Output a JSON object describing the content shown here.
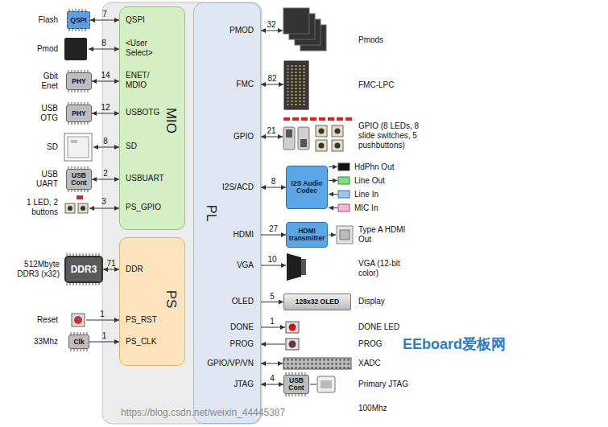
{
  "diagram": {
    "nodes": [
      {
        "text": [
          "QSPI",
          "<User Select>",
          "ENET/ MDIO",
          "USBOTG",
          "SD",
          "USBUART",
          "PS_GPIO",
          "MIO"
        ]
      },
      {
        "text": [
          "DDR",
          "PS_RST",
          "PS_CLK",
          "PS"
        ]
      },
      {
        "text": [
          "PMOD",
          "FMC",
          "GPIO",
          "I2S/ACD",
          "HDMI",
          "VGA",
          "OLED",
          "DONE",
          "PROG",
          "GPIO/VP/VN",
          "JTAG",
          "PL"
        ]
      },
      {
        "text": [
          "QSPI"
        ]
      },
      {
        "text": [
          "PHY"
        ]
      },
      {
        "text": [
          "PHY"
        ]
      },
      {
        "text": [
          "USB Cont"
        ]
      },
      {
        "text": [
          "DDR3"
        ]
      },
      {
        "text": [
          "Clk"
        ]
      },
      {
        "text": [
          "I2S Audio Codec"
        ]
      },
      {
        "text": [
          "HDMI transmitter"
        ]
      },
      {
        "text": [
          "128x32 OLED"
        ]
      },
      {
        "text": [
          "USB Cont"
        ]
      }
    ],
    "edges": [
      {
        "from": 3,
        "to": 0,
        "label": "7",
        "arrow": "both"
      },
      {
        "from": 4,
        "to": 0,
        "label": "14",
        "arrow": "both"
      },
      {
        "from": 5,
        "to": 0,
        "label": "12",
        "arrow": "both"
      },
      {
        "from": 6,
        "to": 0,
        "label": "2",
        "arrow": "both"
      },
      {
        "from": 7,
        "to": 1,
        "label": "71",
        "arrow": "both"
      },
      {
        "from": 8,
        "to": 1,
        "label": "1",
        "arrow": "to"
      },
      {
        "from": 2,
        "to": 9,
        "label": "8",
        "arrow": "both"
      },
      {
        "from": 2,
        "to": 10,
        "label": "27",
        "arrow": "to"
      },
      {
        "from": 2,
        "to": 11,
        "label": "5",
        "arrow": "to"
      },
      {
        "from": 2,
        "to": 12,
        "label": "4",
        "arrow": "both"
      }
    ],
    "labels": [
      "Flash",
      "Pmod",
      "8",
      "Gbit Enet",
      "USB OTG",
      "SD",
      "8",
      "USB UART",
      "1 LED, 2 buttons",
      "3",
      "512Mbyte DDR3 (x32)",
      "Reset",
      "1",
      "33Mhz",
      "32",
      "Pmods",
      "82",
      "FMC-LPC",
      "21",
      "GPIO (8 LEDs, 8 slide switches, 5 pushbuttons)",
      "HdPhn Out",
      "Line Out",
      "Line In",
      "MIC In",
      "Type A HDMI Out",
      "10",
      "VGA (12-bit color)",
      "Display",
      "1",
      "DONE LED",
      "PROG",
      "XADC",
      "Primary JTAG",
      "100Mhz",
      "EEboard爱板网",
      "https://blog.csdn.net/weixin_44445387"
    ]
  }
}
